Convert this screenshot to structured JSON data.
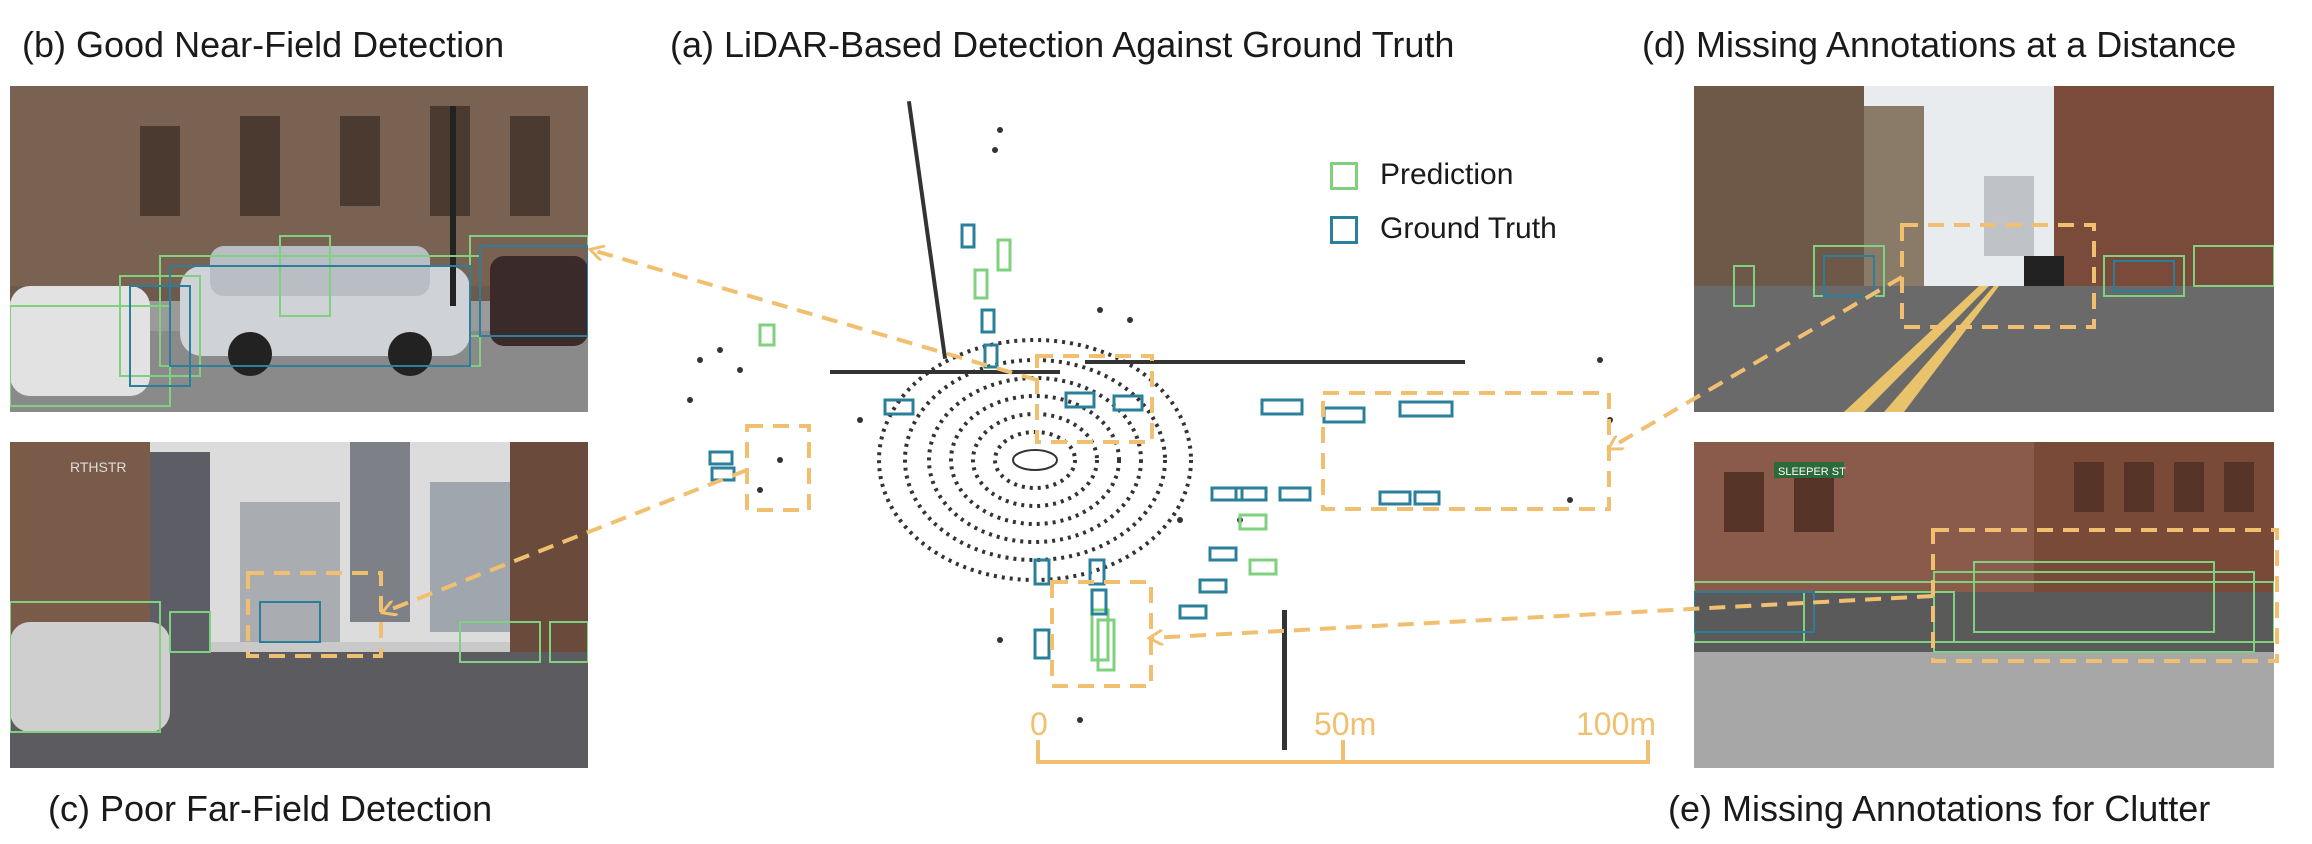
{
  "captions": {
    "a": "(a) LiDAR-Based Detection Against Ground Truth",
    "b": "(b) Good Near-Field Detection",
    "c": "(c) Poor Far-Field Detection",
    "d": "(d) Missing Annotations at a Distance",
    "e": "(e) Missing Annotations for Clutter"
  },
  "legend": {
    "prediction": "Prediction",
    "ground_truth": "Ground Truth"
  },
  "scale": {
    "zero": "0",
    "mid": "50m",
    "end": "100m"
  },
  "signs": {
    "street_c": "RTHSTR",
    "street_e": "SLEEPER ST"
  },
  "colors": {
    "prediction": "#7fd07f",
    "ground_truth": "#2a7f9a",
    "highlight": "#f0c070",
    "points": "#333333"
  }
}
